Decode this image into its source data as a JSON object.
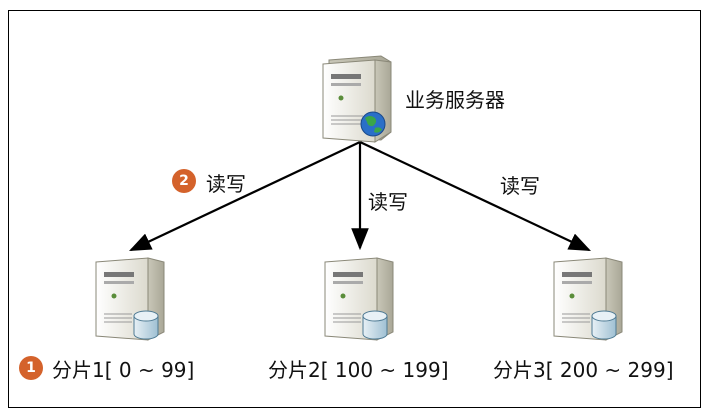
{
  "top_server": {
    "label": "业务服务器",
    "icon": "web-server-icon"
  },
  "edges": [
    {
      "label": "读写",
      "step": "2"
    },
    {
      "label": "读写",
      "step": ""
    },
    {
      "label": "读写",
      "step": ""
    }
  ],
  "shards": [
    {
      "label": "分片1[ 0 ~ 99]",
      "step": "1",
      "icon": "database-server-icon"
    },
    {
      "label": "分片2[ 100 ~ 199]",
      "step": "",
      "icon": "database-server-icon"
    },
    {
      "label": "分片3[ 200 ~ 299]",
      "step": "",
      "icon": "database-server-icon"
    }
  ],
  "colors": {
    "badge": "#d4622b",
    "line": "#000000",
    "server_body": "#efeee6",
    "db": "#cfe0ea"
  }
}
